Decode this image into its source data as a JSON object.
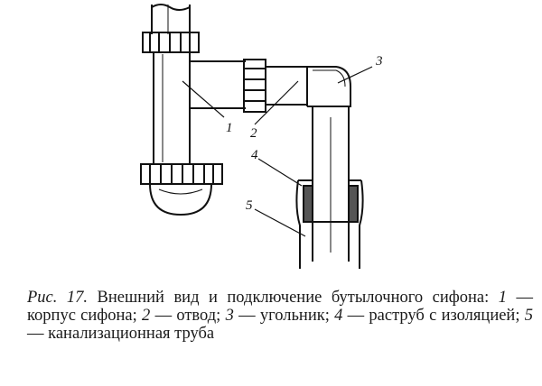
{
  "labels": {
    "l1": "1",
    "l2": "2",
    "l3": "3",
    "l4": "4",
    "l5": "5"
  },
  "caption": {
    "fig": "Рис. 17.",
    "title": " Внешний вид и подключение бутылочного сифона: ",
    "n1": "1",
    "t1": " — корпус сифона; ",
    "n2": "2",
    "t2": " — отвод; ",
    "n3": "3",
    "t3": " — угольник; ",
    "n4": "4",
    "t4": " — раструб с изоляцией; ",
    "n5": "5",
    "t5": " — канализационная труба"
  }
}
